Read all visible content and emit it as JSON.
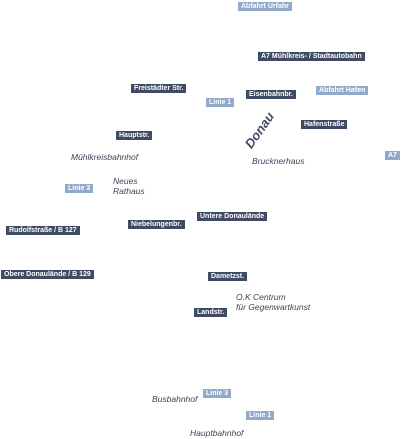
{
  "exits": {
    "urfahr": "Abfahrt Urfahr",
    "hafen": "Abfahrt Hafen",
    "a7_short": "A7"
  },
  "roads": {
    "a7": "A7 Mühlkreis- / Stadtautobahn",
    "freistaedter": "Freistädter Str.",
    "eisenbahnbr": "Eisenbahnbr.",
    "hafenstrasse": "Hafenstraße",
    "hauptstr": "Hauptstr.",
    "untere_donaulaende": "Untere Donaulände",
    "nibelungenbr": "Niebelungenbr.",
    "rudolfstrasse": "Rudolfstraße / B 127",
    "obere_donaulaende": "Obere Donaulände  / B 129",
    "dametzstr": "Dametzst.",
    "landstr": "Landstr."
  },
  "lines": {
    "linie1_north": "Linie 1",
    "linie3_west": "Linie 3",
    "linie3_south": "Linie 3",
    "linie1_south": "Linie 1"
  },
  "places": {
    "river": "Donau",
    "muehlkreisbahnhof": "Mühlkreisbahnhof",
    "brucknerhaus": "Brucknerhaus",
    "neues_rathaus_1": "Neues",
    "neues_rathaus_2": "Rathaus",
    "ok_centrum_1": "O.K Centrum",
    "ok_centrum_2": "für Gegenwartkunst",
    "busbahnhof": "Busbahnhof",
    "hauptbahnhof": "Hauptbahnhof"
  }
}
